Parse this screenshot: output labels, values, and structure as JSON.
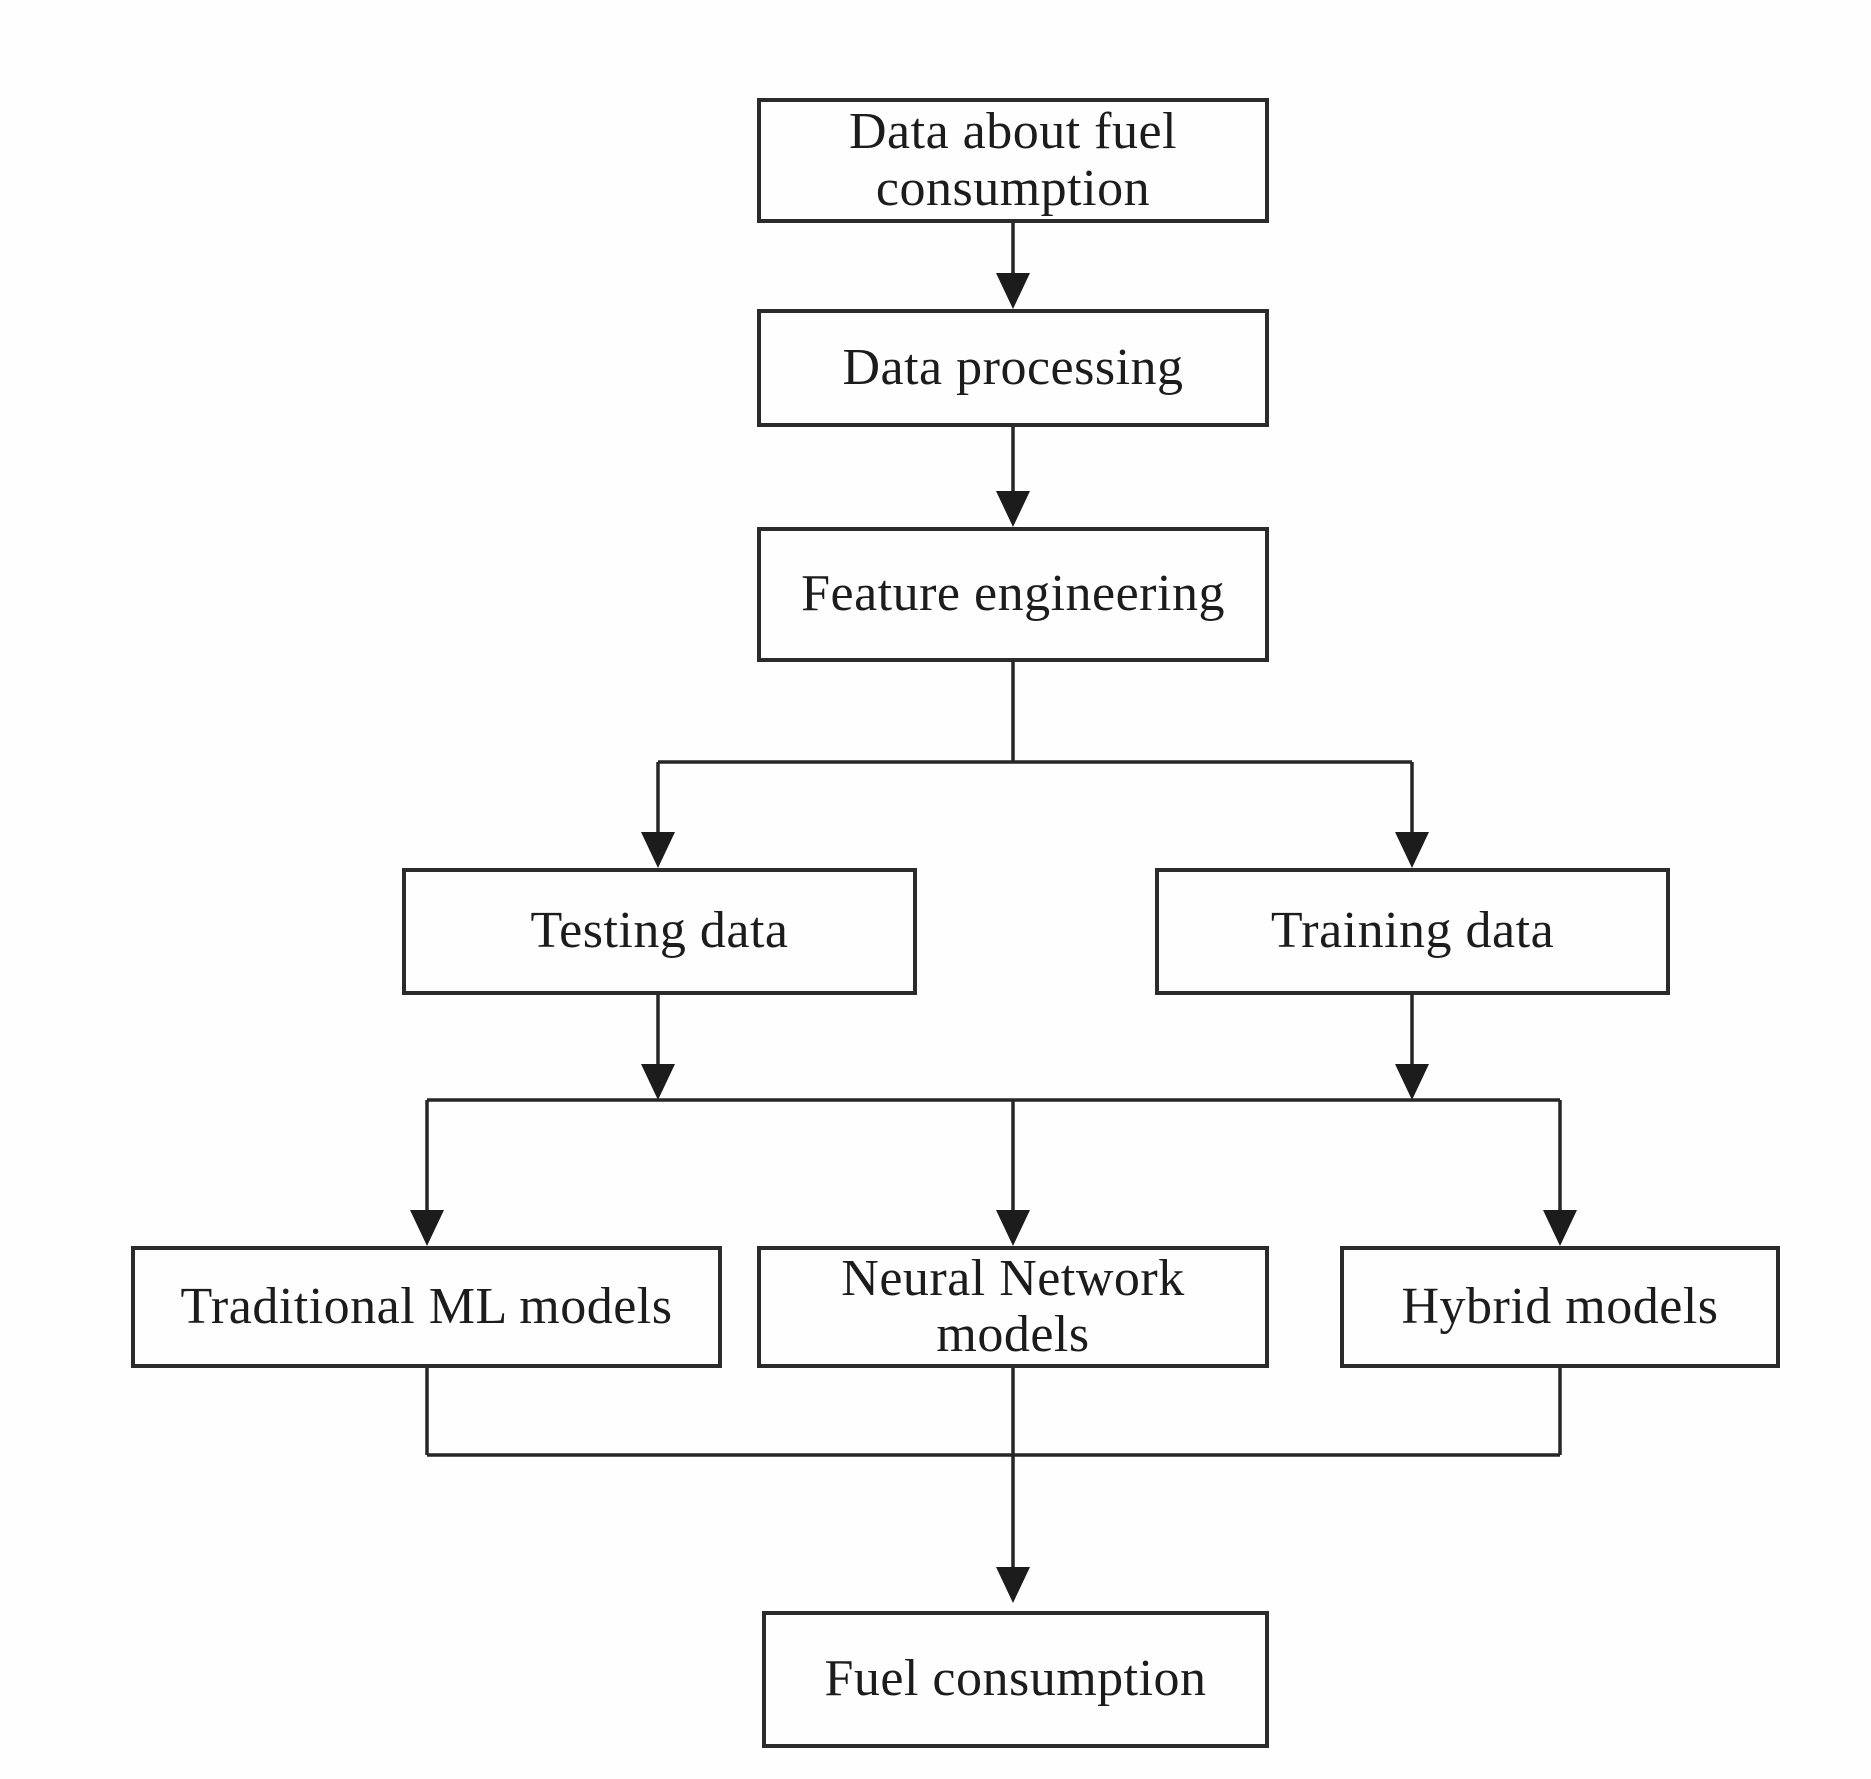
{
  "diagram": {
    "type": "flowchart",
    "background_color": "#fefefe",
    "box_border_color": "#2b2b2b",
    "line_color": "#262626",
    "text_color": "#1c1c1c",
    "nodes": [
      {
        "id": "data-about-fuel-consumption",
        "label": "Data about fuel\nconsumption"
      },
      {
        "id": "data-processing",
        "label": "Data processing"
      },
      {
        "id": "feature-engineering",
        "label": "Feature engineering"
      },
      {
        "id": "testing-data",
        "label": "Testing data"
      },
      {
        "id": "training-data",
        "label": "Training data"
      },
      {
        "id": "traditional-ml-models",
        "label": "Traditional ML models"
      },
      {
        "id": "neural-network-models",
        "label": "Neural Network\nmodels"
      },
      {
        "id": "hybrid-models",
        "label": "Hybrid models"
      },
      {
        "id": "fuel-consumption",
        "label": "Fuel consumption"
      }
    ],
    "edges": [
      {
        "from": "Data about fuel consumption",
        "to": "Data processing"
      },
      {
        "from": "Data processing",
        "to": "Feature engineering"
      },
      {
        "from": "Feature engineering",
        "to": "Testing data"
      },
      {
        "from": "Feature engineering",
        "to": "Training data"
      },
      {
        "from": "Testing data",
        "to": "Traditional ML models"
      },
      {
        "from": "Testing data",
        "to": "Neural Network models"
      },
      {
        "from": "Testing data",
        "to": "Hybrid models"
      },
      {
        "from": "Training data",
        "to": "Traditional ML models"
      },
      {
        "from": "Training data",
        "to": "Neural Network models"
      },
      {
        "from": "Training data",
        "to": "Hybrid models"
      },
      {
        "from": "Traditional ML models",
        "to": "Fuel consumption"
      },
      {
        "from": "Neural Network models",
        "to": "Fuel consumption"
      },
      {
        "from": "Hybrid models",
        "to": "Fuel consumption"
      }
    ]
  }
}
